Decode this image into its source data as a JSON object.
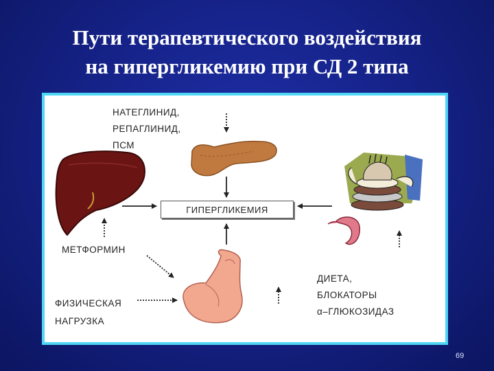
{
  "slide": {
    "title_line1": "Пути терапевтического воздействия",
    "title_line2": "на гипергликемию при СД 2 типа",
    "page_number": "69"
  },
  "diagram": {
    "center": "ГИПЕРГЛИКЕМИЯ",
    "drugs_top": [
      "НАТЕГЛИНИД,",
      "РЕПАГЛИНИД,",
      "ПСМ"
    ],
    "metformin": "МЕТФОРМИН",
    "exercise": [
      "ФИЗИЧЕСКАЯ",
      "НАГРУЗКА"
    ],
    "diet": [
      "ДИЕТА,",
      "БЛОКАТОРЫ",
      "α–ГЛЮКОЗИДАЗ"
    ]
  },
  "colors": {
    "background": "#16238a",
    "panel_border": "#4fd6f5",
    "liver": "#6a1414",
    "pancreas": "#c07a40",
    "arm": "#f2a78f"
  }
}
